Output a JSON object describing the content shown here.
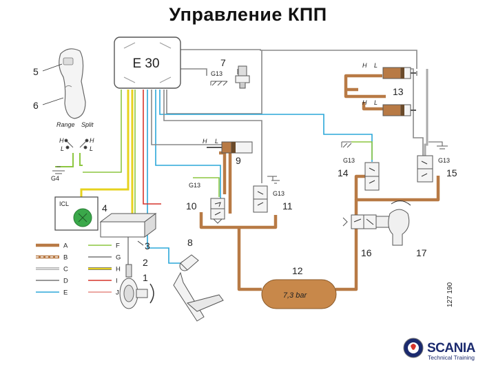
{
  "title": "Управление КПП",
  "ecu_label": "E 30",
  "callouts": {
    "n1": "1",
    "n2": "2",
    "n3": "3",
    "n4": "4",
    "n5": "5",
    "n6": "6",
    "n7": "7",
    "n8": "8",
    "n9": "9",
    "n10": "10",
    "n11": "11",
    "n12": "12",
    "n13": "13",
    "n14": "14",
    "n15": "15",
    "n16": "16",
    "n17": "17"
  },
  "grounds": {
    "g13_a": "G13",
    "g13_b": "G13",
    "g13_c": "G13",
    "g13_d": "G13",
    "g13_e": "G13",
    "g4": "G4"
  },
  "lever": {
    "range": "Range",
    "split": "Split",
    "h_left": "H",
    "l_left": "L",
    "h_right": "H",
    "l_right": "L"
  },
  "valve_hl": {
    "h": "H",
    "l": "L"
  },
  "icl_label": "ICL",
  "tank_label": "7,3 bar",
  "figure_code": "127 190",
  "legend": [
    {
      "key": "A",
      "kind": "thick",
      "color": "#b87a45"
    },
    {
      "key": "B",
      "kind": "dashed",
      "color": "#b87a45"
    },
    {
      "key": "C",
      "kind": "double",
      "color": "#9a9a9a"
    },
    {
      "key": "D",
      "kind": "thin",
      "color": "#777777"
    },
    {
      "key": "E",
      "kind": "thin",
      "color": "#2aa7d9"
    },
    {
      "key": "F",
      "kind": "thin",
      "color": "#8cc63f"
    },
    {
      "key": "G",
      "kind": "thin",
      "color": "#777777"
    },
    {
      "key": "H",
      "kind": "yellowdouble",
      "color": "#e6d21e"
    },
    {
      "key": "I",
      "kind": "thin",
      "color": "#d6332a"
    },
    {
      "key": "J",
      "kind": "thin",
      "color": "#e58a84"
    }
  ],
  "brand": {
    "name": "SCANIA",
    "sub": "Technical Training"
  },
  "colors": {
    "air": "#b87a45",
    "blue": "#2aa7d9",
    "green": "#8cc63f",
    "yellow": "#e6d21e",
    "red": "#d6332a",
    "grey": "#888888",
    "icl_green": "#3aa84a"
  }
}
